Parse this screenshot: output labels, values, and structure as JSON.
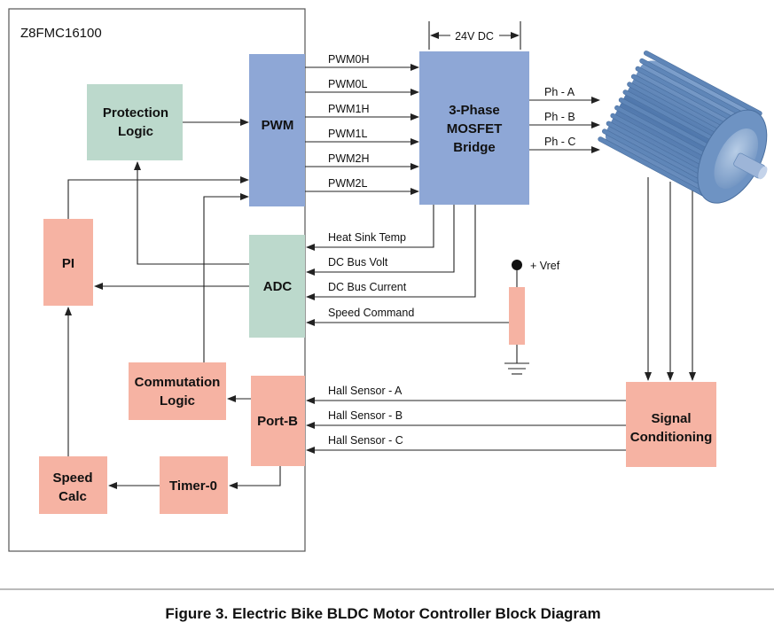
{
  "chip": {
    "name": "Z8FMC16100"
  },
  "blocks": {
    "protection": [
      "Protection",
      "Logic"
    ],
    "pwm": "PWM",
    "adc": "ADC",
    "pi": "PI",
    "commutation": [
      "Commutation",
      "Logic"
    ],
    "port_b": "Port-B",
    "speed_calc": [
      "Speed",
      "Calc"
    ],
    "timer0": "Timer-0",
    "mosfet": [
      "3-Phase",
      "MOSFET",
      "Bridge"
    ],
    "signal_conditioning": [
      "Signal",
      "Conditioning"
    ]
  },
  "signals": {
    "supply": "24V DC",
    "pwm_outputs": [
      "PWM0H",
      "PWM0L",
      "PWM1H",
      "PWM1L",
      "PWM2H",
      "PWM2L"
    ],
    "phases": [
      "Ph - A",
      "Ph - B",
      "Ph - C"
    ],
    "adc_inputs": [
      "Heat Sink Temp",
      "DC Bus Volt",
      "DC Bus Current",
      "Speed Command"
    ],
    "vref": "+ Vref",
    "hall_sensors": [
      "Hall Sensor - A",
      "Hall Sensor - B",
      "Hall Sensor - C"
    ]
  },
  "caption": "Figure 3. Electric Bike BLDC Motor Controller Block Diagram",
  "colors": {
    "pwm_mosfet_blue": "#8ea7d6",
    "protection_adc_green": "#bcd9cc",
    "pink_blocks": "#f6b3a3",
    "motor_blue": "#5f86b8"
  }
}
